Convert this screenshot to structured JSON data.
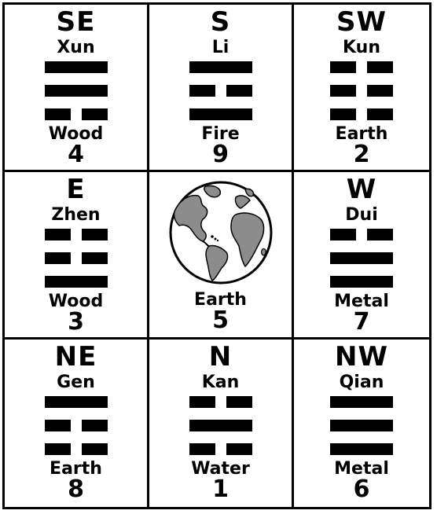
{
  "cells": [
    {
      "direction": "SE",
      "trigram": "Xun",
      "element": "Wood",
      "number": "4",
      "lines": [
        "full",
        "full",
        "broken"
      ]
    },
    {
      "direction": "S",
      "trigram": "Li",
      "element": "Fire",
      "number": "9",
      "lines": [
        "full",
        "broken",
        "full"
      ]
    },
    {
      "direction": "SW",
      "trigram": "Kun",
      "element": "Earth",
      "number": "2",
      "lines": [
        "broken",
        "broken",
        "broken"
      ]
    },
    {
      "direction": "E",
      "trigram": "Zhen",
      "element": "Wood",
      "number": "3",
      "lines": [
        "broken",
        "broken",
        "full"
      ]
    },
    {
      "direction": "",
      "trigram": "",
      "element": "Earth",
      "number": "5",
      "icon": "globe-icon"
    },
    {
      "direction": "W",
      "trigram": "Dui",
      "element": "Metal",
      "number": "7",
      "lines": [
        "broken",
        "full",
        "full"
      ]
    },
    {
      "direction": "NE",
      "trigram": "Gen",
      "element": "Earth",
      "number": "8",
      "lines": [
        "full",
        "broken",
        "broken"
      ]
    },
    {
      "direction": "N",
      "trigram": "Kan",
      "element": "Water",
      "number": "1",
      "lines": [
        "broken",
        "full",
        "broken"
      ]
    },
    {
      "direction": "NW",
      "trigram": "Qian",
      "element": "Metal",
      "number": "6",
      "lines": [
        "full",
        "full",
        "full"
      ]
    }
  ],
  "colors": {
    "ink": "#000000",
    "paper": "#ffffff",
    "land": "#8c8c8c"
  }
}
